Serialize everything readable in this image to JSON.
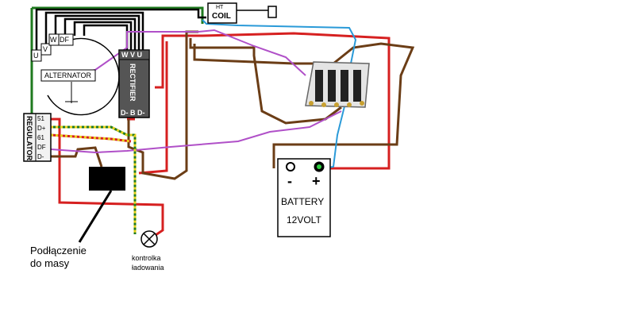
{
  "coil": {
    "line1": "HT",
    "line2": "COIL"
  },
  "alternator": {
    "label": "ALTERNATOR",
    "terminals": [
      "U",
      "V",
      "W",
      "DF"
    ]
  },
  "rectifier": {
    "label": "RECTIFIER",
    "top_terminals": "W V U",
    "bottom_terminals": "D- B D-"
  },
  "regulator": {
    "label": "REGULATOR",
    "terminals": [
      "51",
      "D+",
      "61",
      "DF",
      "D-"
    ]
  },
  "battery": {
    "label": "BATTERY",
    "voltage": "12VOLT",
    "minus": "-",
    "plus": "+"
  },
  "annotations": {
    "ground_line1": "Podłączenie",
    "ground_line2": "do masy",
    "lamp_line1": "kontrolka",
    "lamp_line2": "ładowania"
  },
  "colors": {
    "red": "#d62020",
    "brown": "#6b3d16",
    "purple": "#b050c8",
    "blue": "#2a9ad8",
    "green": "#1f7a1f",
    "yellow": "#e8d21a",
    "black": "#000000"
  }
}
